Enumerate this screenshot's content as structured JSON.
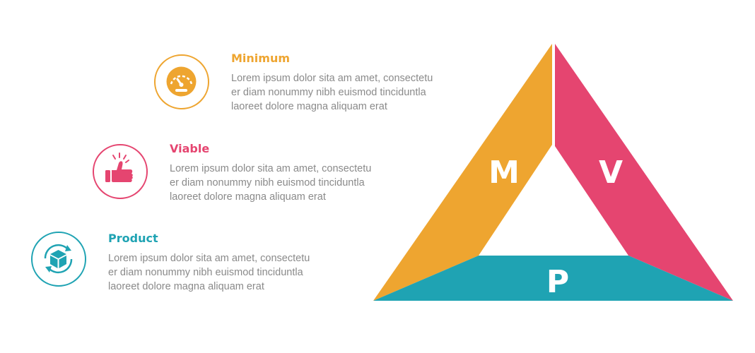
{
  "colors": {
    "minimum": "#eea530",
    "viable": "#e54570",
    "product": "#1fa3b3",
    "body_text": "#8a8a8a"
  },
  "items": [
    {
      "key": "minimum",
      "title": "Minimum",
      "icon": "speedometer-icon",
      "lines": [
        "Lorem ipsum dolor sita am amet, consectetu",
        "er diam nonummy  nibh euismod tinciduntla",
        "laoreet dolore magna aliquam erat"
      ]
    },
    {
      "key": "viable",
      "title": "Viable",
      "icon": "thumbs-up-icon",
      "lines": [
        "Lorem ipsum dolor sita am amet, consectetu",
        "er diam nonummy  nibh euismod tinciduntla",
        "laoreet dolore magna aliquam erat"
      ]
    },
    {
      "key": "product",
      "title": "Product",
      "icon": "box-refresh-icon",
      "lines": [
        "Lorem ipsum dolor sita am amet, consectetu",
        "er diam nonummy  nibh euismod tinciduntla",
        "laoreet dolore magna aliquam erat"
      ]
    }
  ],
  "triangle": {
    "letters": {
      "m": "M",
      "v": "V",
      "p": "P"
    }
  }
}
